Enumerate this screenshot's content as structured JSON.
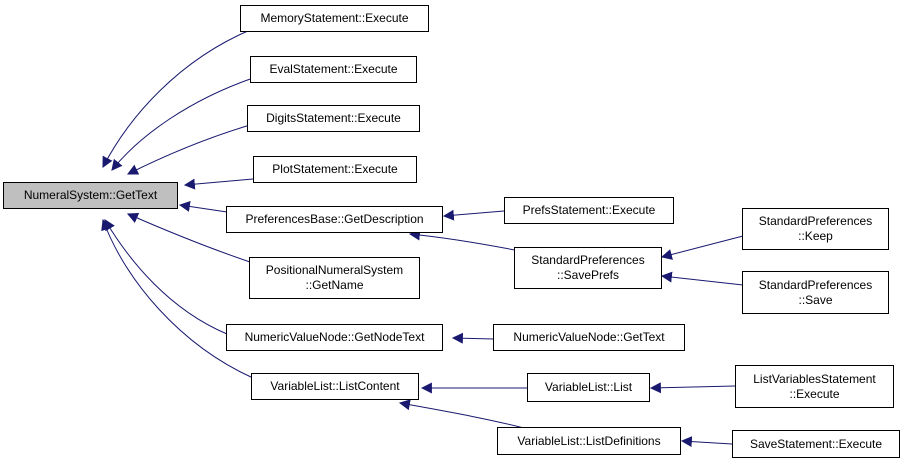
{
  "colors": {
    "edge": "#191970",
    "root_fill": "#bfbfbf",
    "node_fill": "#ffffff",
    "border": "#000000"
  },
  "nodes": {
    "root": {
      "line1": "NumeralSystem::GetText"
    },
    "memory": {
      "line1": "MemoryStatement::Execute"
    },
    "eval": {
      "line1": "EvalStatement::Execute"
    },
    "digits": {
      "line1": "DigitsStatement::Execute"
    },
    "plot": {
      "line1": "PlotStatement::Execute"
    },
    "prefsbase": {
      "line1": "PreferencesBase::GetDescription"
    },
    "positional": {
      "line1": "PositionalNumeralSystem",
      "line2": "::GetName"
    },
    "nvn_getnodetext": {
      "line1": "NumericValueNode::GetNodeText"
    },
    "varlist_content": {
      "line1": "VariableList::ListContent"
    },
    "prefsstmt": {
      "line1": "PrefsStatement::Execute"
    },
    "stdprefs_saveprefs": {
      "line1": "StandardPreferences",
      "line2": "::SavePrefs"
    },
    "stdprefs_keep": {
      "line1": "StandardPreferences",
      "line2": "::Keep"
    },
    "stdprefs_save": {
      "line1": "StandardPreferences",
      "line2": "::Save"
    },
    "nvn_gettext": {
      "line1": "NumericValueNode::GetText"
    },
    "varlist_list": {
      "line1": "VariableList::List"
    },
    "varlist_defs": {
      "line1": "VariableList::ListDefinitions"
    },
    "listvars": {
      "line1": "ListVariablesStatement",
      "line2": "::Execute"
    },
    "savestmt": {
      "line1": "SaveStatement::Execute"
    }
  }
}
